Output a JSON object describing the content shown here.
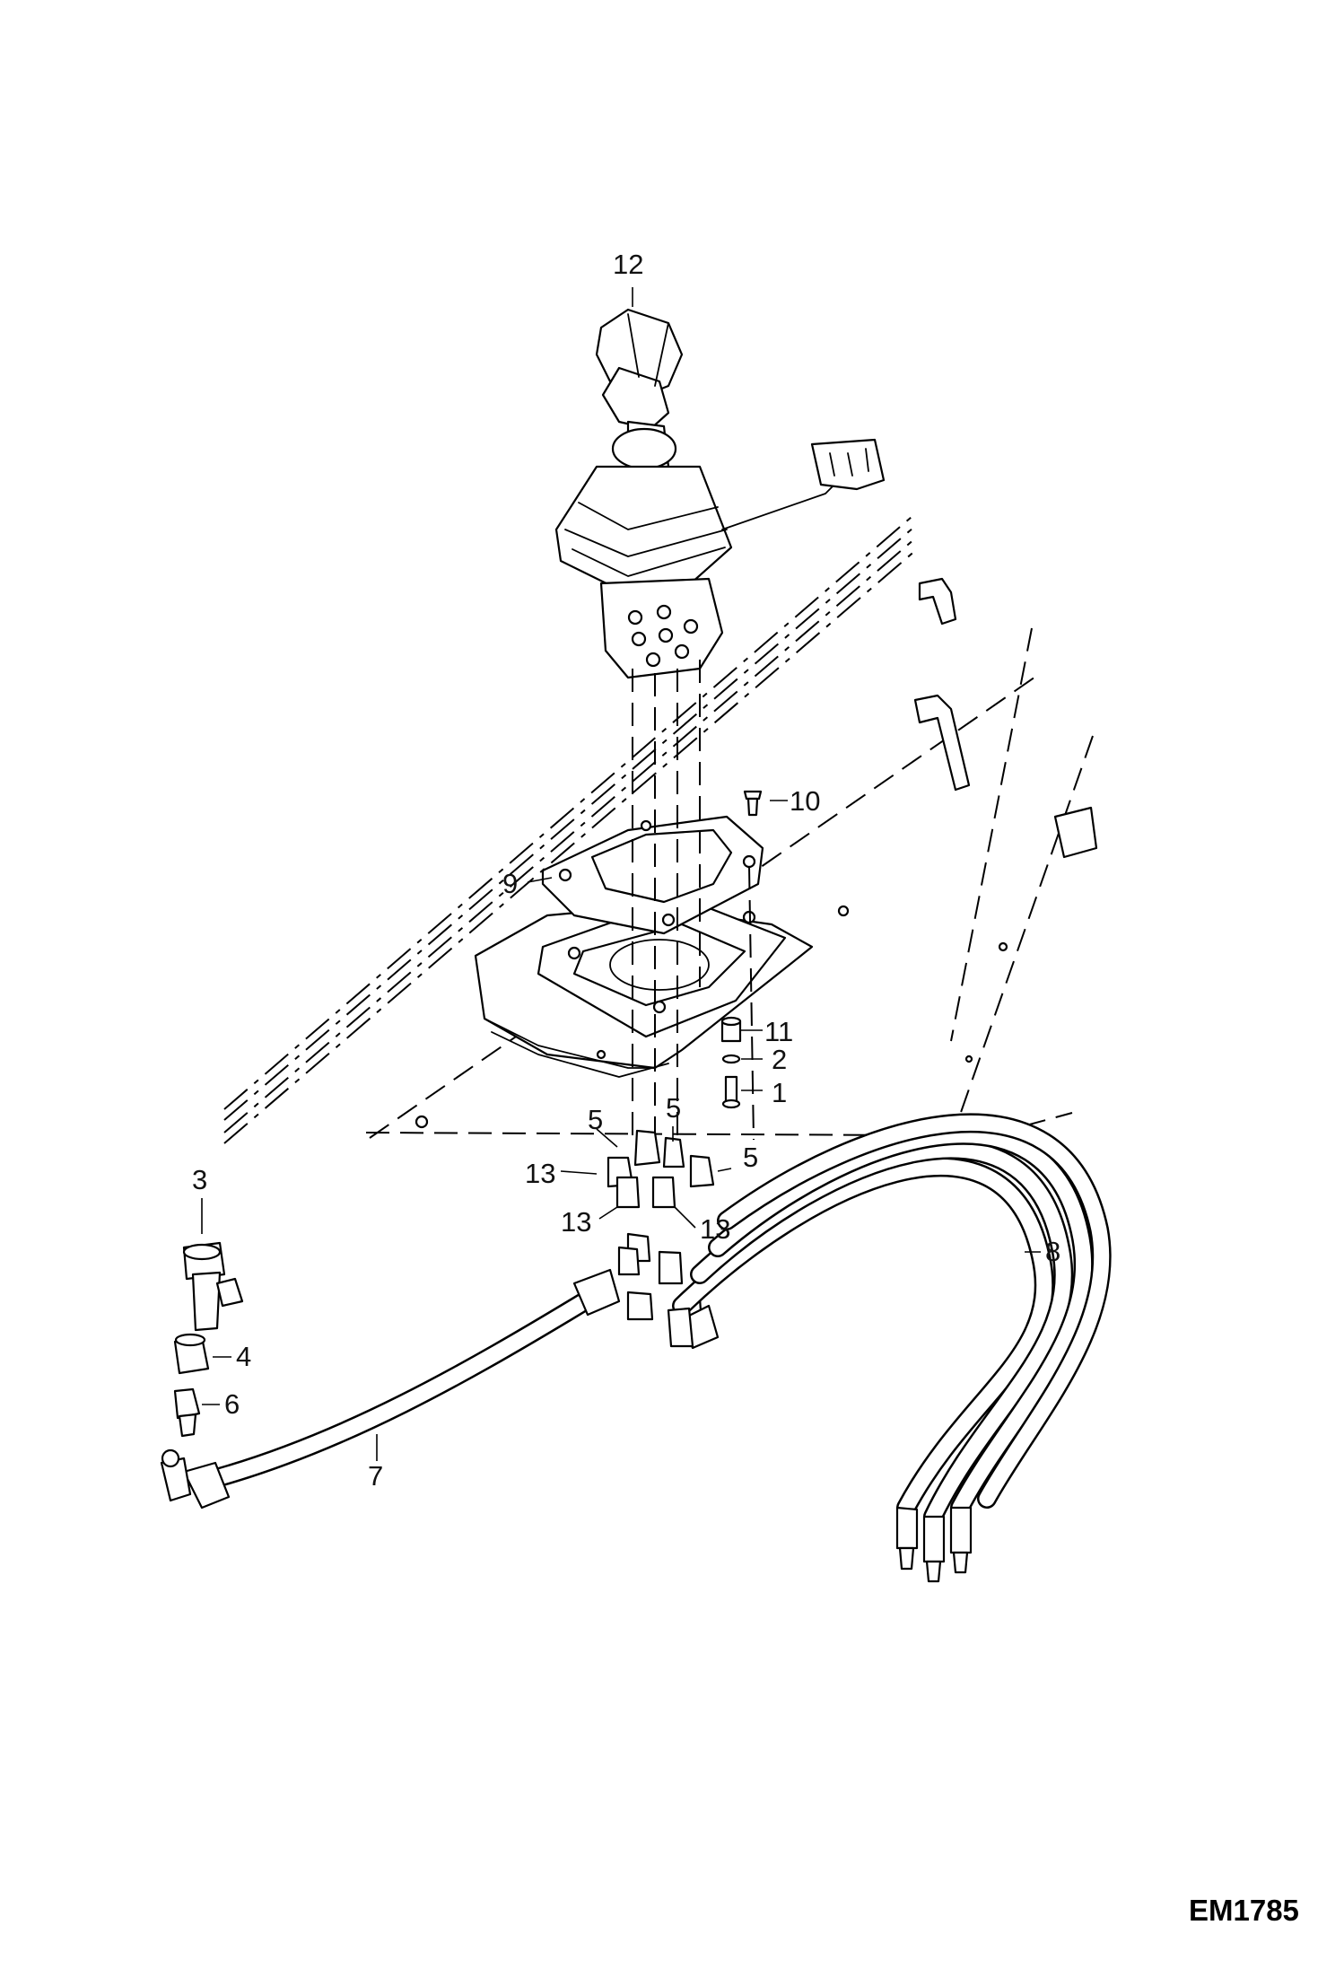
{
  "drawing_code": "EM1785",
  "callouts": [
    "12",
    "10",
    "9",
    "11",
    "2",
    "1",
    "5",
    "5",
    "5",
    "13",
    "13",
    "13",
    "3",
    "4",
    "6",
    "7",
    "8"
  ]
}
